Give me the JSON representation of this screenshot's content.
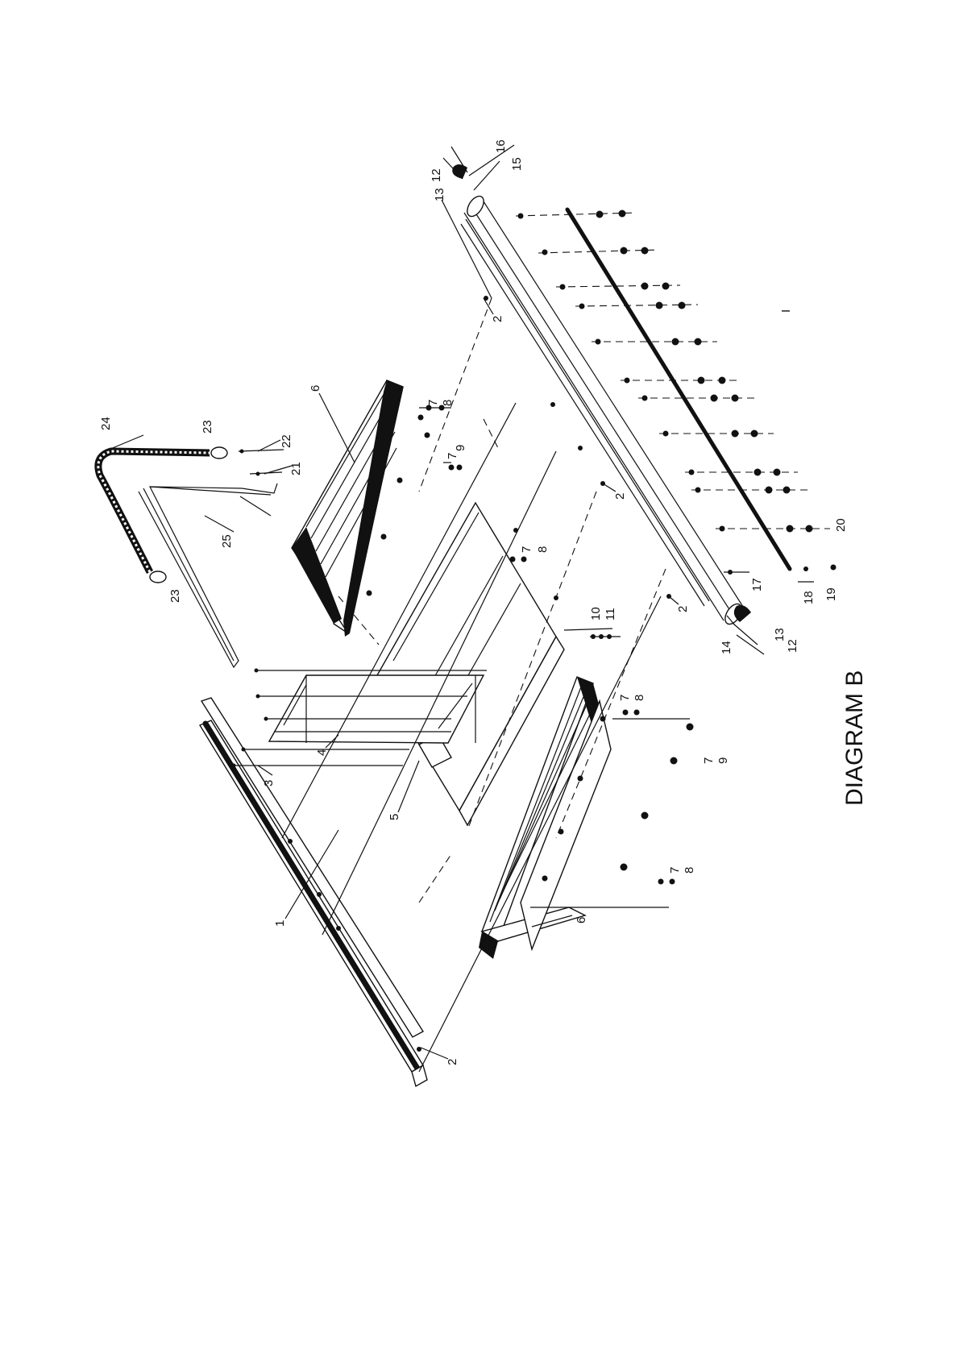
{
  "diagram": {
    "title": "DIAGRAM B",
    "page_mark": "I",
    "callouts": [
      {
        "id": "c1",
        "text": "1"
      },
      {
        "id": "c2a",
        "text": "2"
      },
      {
        "id": "c2b",
        "text": "2"
      },
      {
        "id": "c2c",
        "text": "2"
      },
      {
        "id": "c2d",
        "text": "2"
      },
      {
        "id": "c3",
        "text": "3"
      },
      {
        "id": "c4",
        "text": "4"
      },
      {
        "id": "c5",
        "text": "5"
      },
      {
        "id": "c6a",
        "text": "6"
      },
      {
        "id": "c6b",
        "text": "6"
      },
      {
        "id": "c7a",
        "text": "7"
      },
      {
        "id": "c8a",
        "text": "8"
      },
      {
        "id": "c7b",
        "text": "7"
      },
      {
        "id": "c9a",
        "text": "9"
      },
      {
        "id": "c7c",
        "text": "7"
      },
      {
        "id": "c8c",
        "text": "8"
      },
      {
        "id": "c7d",
        "text": "7"
      },
      {
        "id": "c8d",
        "text": "8"
      },
      {
        "id": "c7e",
        "text": "7"
      },
      {
        "id": "c9e",
        "text": "9"
      },
      {
        "id": "c7f",
        "text": "7"
      },
      {
        "id": "c8f",
        "text": "8"
      },
      {
        "id": "c10",
        "text": "10"
      },
      {
        "id": "c11",
        "text": "11"
      },
      {
        "id": "c12a",
        "text": "12"
      },
      {
        "id": "c13a",
        "text": "13"
      },
      {
        "id": "c12b",
        "text": "12"
      },
      {
        "id": "c13b",
        "text": "13"
      },
      {
        "id": "c14",
        "text": "14"
      },
      {
        "id": "c15",
        "text": "15"
      },
      {
        "id": "c16",
        "text": "16"
      },
      {
        "id": "c17",
        "text": "17"
      },
      {
        "id": "c18",
        "text": "18"
      },
      {
        "id": "c19",
        "text": "19"
      },
      {
        "id": "c20",
        "text": "20"
      },
      {
        "id": "c21",
        "text": "21"
      },
      {
        "id": "c22",
        "text": "22"
      },
      {
        "id": "c23a",
        "text": "23"
      },
      {
        "id": "c23b",
        "text": "23"
      },
      {
        "id": "c24",
        "text": "24"
      },
      {
        "id": "c25",
        "text": "25"
      }
    ]
  }
}
